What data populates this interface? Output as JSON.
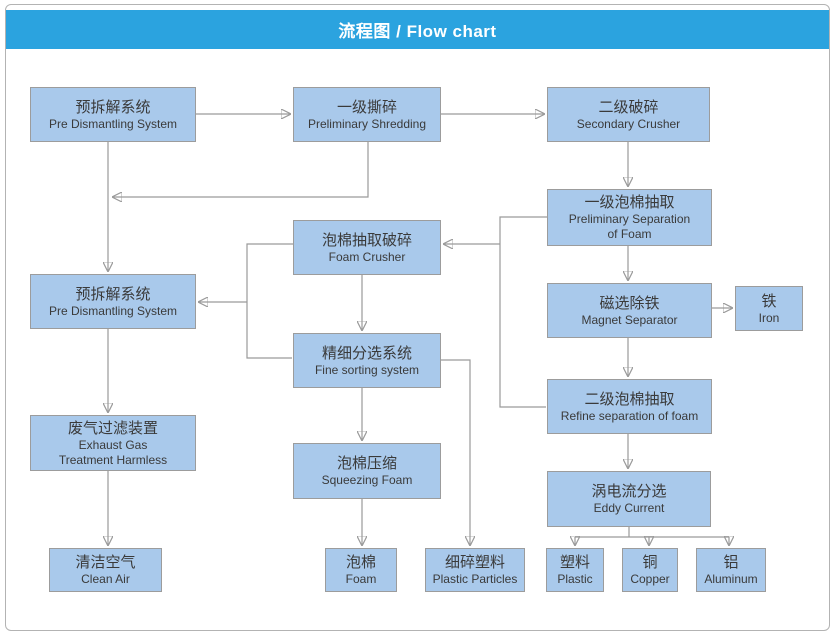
{
  "header": {
    "title": "流程图 / Flow chart"
  },
  "colors": {
    "header_bg": "#2BA3DF",
    "node_fill": "#A9C9EB",
    "node_border": "#9C9C9C",
    "connector": "#9A9A9A",
    "text": "#3A3A3A",
    "title_text": "#FFFFFF"
  },
  "nodes": {
    "pre_dismantling_top": {
      "zh": "预拆解系统",
      "en": "Pre Dismantling System"
    },
    "preliminary_shredding": {
      "zh": "一级撕碎",
      "en": "Preliminary Shredding"
    },
    "secondary_crusher": {
      "zh": "二级破碎",
      "en": "Secondary Crusher"
    },
    "preliminary_separation": {
      "zh": "一级泡棉抽取",
      "en": "Preliminary Separation\nof Foam"
    },
    "foam_crusher": {
      "zh": "泡棉抽取破碎",
      "en": "Foam Crusher"
    },
    "pre_dismantling_mid": {
      "zh": "预拆解系统",
      "en": "Pre Dismantling System"
    },
    "magnet_separator": {
      "zh": "磁选除铁",
      "en": "Magnet Separator"
    },
    "iron": {
      "zh": "铁",
      "en": "Iron"
    },
    "fine_sorting": {
      "zh": "精细分选系统",
      "en": "Fine sorting system"
    },
    "refine_separation": {
      "zh": "二级泡棉抽取",
      "en": "Refine separation of foam"
    },
    "exhaust_gas": {
      "zh": "废气过滤装置",
      "en": "Exhaust Gas\nTreatment Harmless"
    },
    "squeezing_foam": {
      "zh": "泡棉压缩",
      "en": "Squeezing Foam"
    },
    "eddy_current": {
      "zh": "涡电流分选",
      "en": "Eddy Current"
    },
    "clean_air": {
      "zh": "清洁空气",
      "en": "Clean Air"
    },
    "foam": {
      "zh": "泡棉",
      "en": "Foam"
    },
    "plastic_particles": {
      "zh": "细碎塑料",
      "en": "Plastic Particles"
    },
    "plastic": {
      "zh": "塑料",
      "en": "Plastic"
    },
    "copper": {
      "zh": "铜",
      "en": "Copper"
    },
    "aluminum": {
      "zh": "铝",
      "en": "Aluminum"
    }
  }
}
